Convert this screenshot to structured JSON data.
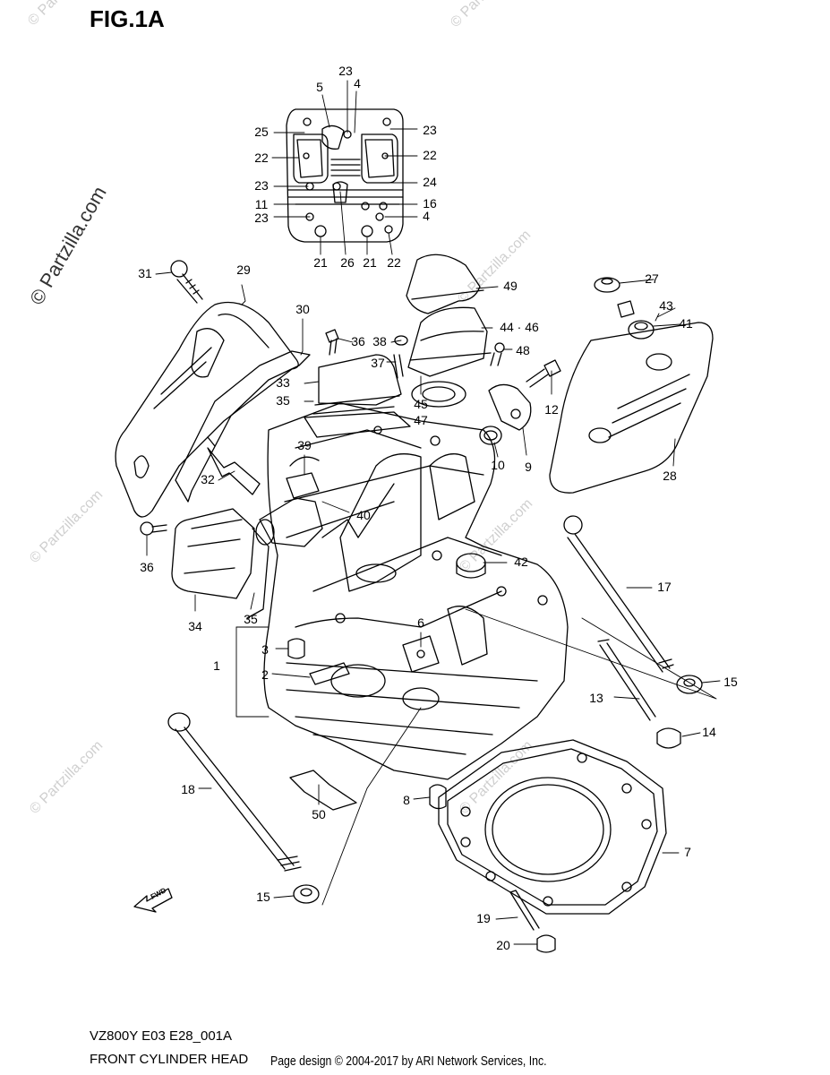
{
  "figure": {
    "title": "FIG.1A",
    "model_code": "VZ800Y E03 E28_001A",
    "section_name": "FRONT CYLINDER HEAD",
    "credit": "Page design © 2004-2017 by ARI Network Services, Inc."
  },
  "watermark": {
    "text": "© Partzilla.com"
  },
  "callouts": [
    {
      "id": "c23a",
      "label": "23"
    },
    {
      "id": "c4a",
      "label": "4"
    },
    {
      "id": "c5",
      "label": "5"
    },
    {
      "id": "c25",
      "label": "25"
    },
    {
      "id": "c23b",
      "label": "23"
    },
    {
      "id": "c22a",
      "label": "22"
    },
    {
      "id": "c22b",
      "label": "22"
    },
    {
      "id": "c23c",
      "label": "23"
    },
    {
      "id": "c24",
      "label": "24"
    },
    {
      "id": "c11",
      "label": "11"
    },
    {
      "id": "c16",
      "label": "16"
    },
    {
      "id": "c23d",
      "label": "23"
    },
    {
      "id": "c4b",
      "label": "4"
    },
    {
      "id": "c21a",
      "label": "21"
    },
    {
      "id": "c26",
      "label": "26"
    },
    {
      "id": "c21b",
      "label": "21"
    },
    {
      "id": "c22c",
      "label": "22"
    },
    {
      "id": "c31",
      "label": "31"
    },
    {
      "id": "c29",
      "label": "29"
    },
    {
      "id": "c49",
      "label": "49"
    },
    {
      "id": "c27",
      "label": "27"
    },
    {
      "id": "c43",
      "label": "43"
    },
    {
      "id": "c41",
      "label": "41"
    },
    {
      "id": "c30",
      "label": "30"
    },
    {
      "id": "c36a",
      "label": "36"
    },
    {
      "id": "c38",
      "label": "38"
    },
    {
      "id": "c4446",
      "label": "44 · 46"
    },
    {
      "id": "c48",
      "label": "48"
    },
    {
      "id": "c37",
      "label": "37"
    },
    {
      "id": "c33",
      "label": "33"
    },
    {
      "id": "c35a",
      "label": "35"
    },
    {
      "id": "c45",
      "label": "45"
    },
    {
      "id": "c47",
      "label": "47"
    },
    {
      "id": "c12",
      "label": "12"
    },
    {
      "id": "c10",
      "label": "10"
    },
    {
      "id": "c9",
      "label": "9"
    },
    {
      "id": "c28",
      "label": "28"
    },
    {
      "id": "c39",
      "label": "39"
    },
    {
      "id": "c32",
      "label": "32"
    },
    {
      "id": "c40",
      "label": "40"
    },
    {
      "id": "c36b",
      "label": "36"
    },
    {
      "id": "c42",
      "label": "42"
    },
    {
      "id": "c17",
      "label": "17"
    },
    {
      "id": "c34",
      "label": "34"
    },
    {
      "id": "c35b",
      "label": "35"
    },
    {
      "id": "c6",
      "label": "6"
    },
    {
      "id": "c3",
      "label": "3"
    },
    {
      "id": "c1",
      "label": "1"
    },
    {
      "id": "c2",
      "label": "2"
    },
    {
      "id": "c15a",
      "label": "15"
    },
    {
      "id": "c13",
      "label": "13"
    },
    {
      "id": "c14",
      "label": "14"
    },
    {
      "id": "c18",
      "label": "18"
    },
    {
      "id": "c8",
      "label": "8"
    },
    {
      "id": "c50",
      "label": "50"
    },
    {
      "id": "c7",
      "label": "7"
    },
    {
      "id": "c15b",
      "label": "15"
    },
    {
      "id": "c19",
      "label": "19"
    },
    {
      "id": "c20",
      "label": "20"
    }
  ],
  "fwd_label": "FWD"
}
